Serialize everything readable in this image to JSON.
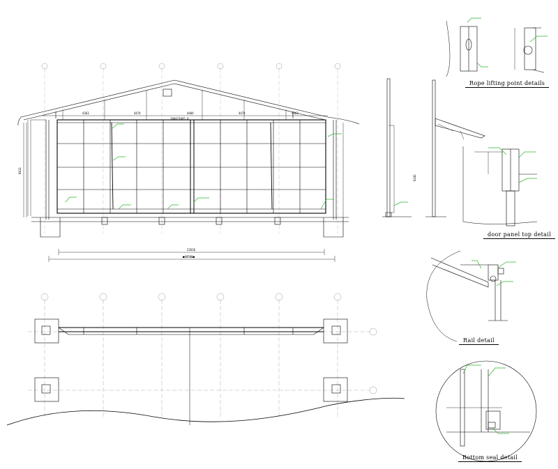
{
  "details": {
    "rope_lifting": "Rope lifting point details",
    "door_panel_top": "door panel top detail",
    "rail": "Rail detail",
    "bottom_seal": "Bottom seal detail"
  },
  "colors": {
    "line": "#000000",
    "annotation": "#2bb52b",
    "axis": "#9a9a9a"
  },
  "elevation_dims": {
    "span_total": "22626",
    "overall": "■40500■",
    "top_segments": [
      "4363",
      "4474",
      "4404",
      "4474",
      "4363"
    ],
    "ridge": "100X150X5.0",
    "height_left": "8412",
    "height_right": "6242"
  }
}
